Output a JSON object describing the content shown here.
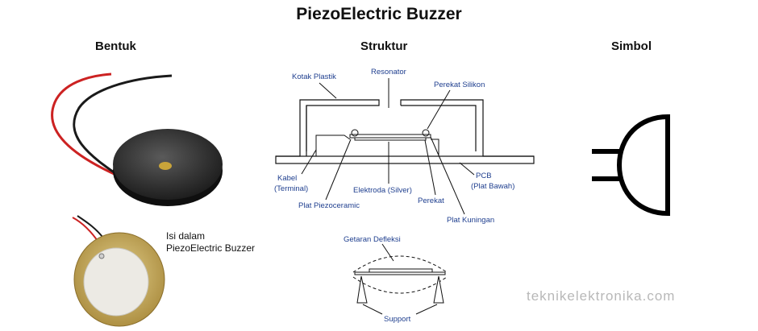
{
  "title": "PiezoElectric Buzzer",
  "columns": {
    "bentuk": "Bentuk",
    "struktur": "Struktur",
    "simbol": "Simbol"
  },
  "inside_note": [
    "Isi dalam",
    "PiezoElectric Buzzer"
  ],
  "structure_labels": {
    "kotak_plastik": "Kotak Plastik",
    "resonator": "Resonator",
    "perekat_silikon": "Perekat Silikon",
    "kabel": "Kabel",
    "terminal": "(Terminal)",
    "elektroda": "Elektroda (Silver)",
    "pcb": "PCB",
    "plat_bawah": "(Plat Bawah)",
    "plat_piezoceramic": "Plat Piezoceramic",
    "perekat": "Perekat",
    "plat_kuningan": "Plat Kuningan"
  },
  "deflection_labels": {
    "getaran_defleksi": "Getaran Defleksi",
    "support": "Support"
  },
  "watermark": "teknikelektronika.com"
}
